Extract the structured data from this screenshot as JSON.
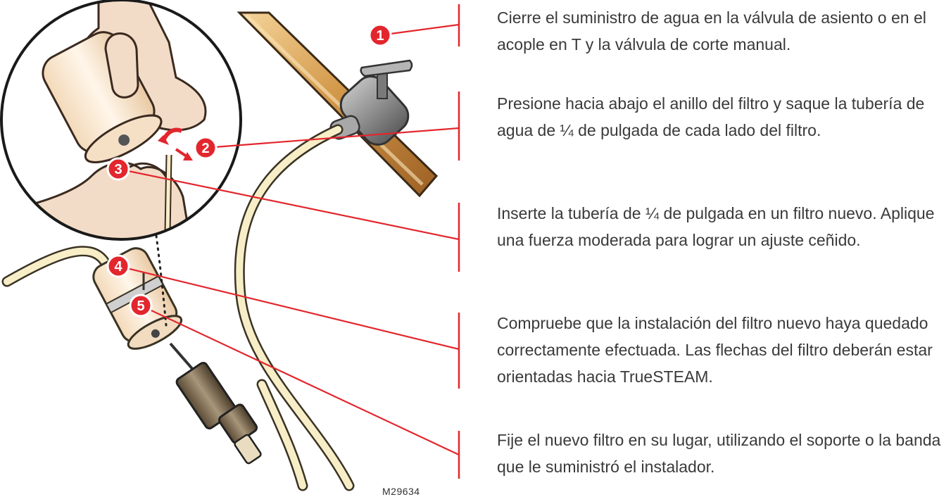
{
  "steps": [
    {
      "number": "1",
      "text": "Cierre el suministro de agua en la válvula de asiento o en el acople en T y la válvula de corte manual."
    },
    {
      "number": "2",
      "text": "Presione hacia abajo el anillo del filtro y saque la tubería de agua de ¼ de pulgada de cada lado del filtro."
    },
    {
      "number": "3",
      "text": "Inserte la tubería de ¼ de pulgada en un filtro nuevo. Aplique una fuerza moderada para lograr un ajuste ceñido."
    },
    {
      "number": "4",
      "text": "Compruebe que la instalación del filtro nuevo haya quedado correctamente efectuada. Las flechas del filtro deberán estar orientadas hacia TrueSTEAM."
    },
    {
      "number": "5",
      "text": "Fije el nuevo filtro en su lugar, utilizando el soporte o la banda que le suministró el instalador."
    }
  ],
  "figure_code": "M29634",
  "colors": {
    "callout": "#e3262d",
    "text": "#3a3a3a",
    "pipe": "#c98b3c",
    "tubing": "#f6edc4"
  }
}
